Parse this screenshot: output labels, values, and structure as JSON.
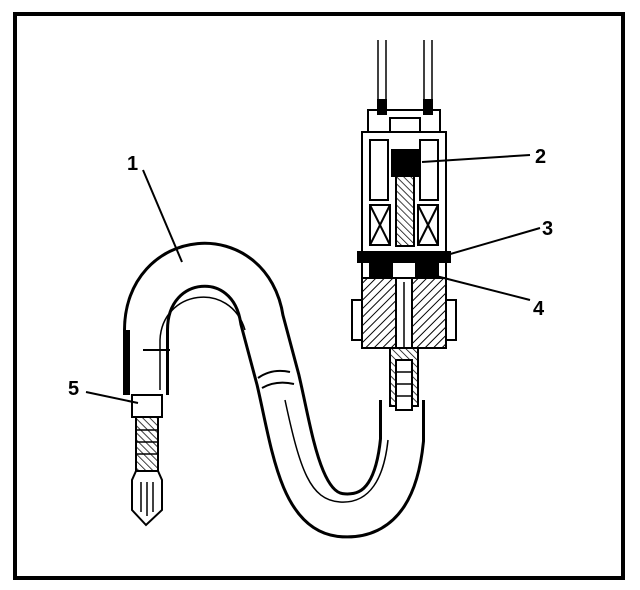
{
  "diagram": {
    "callouts": {
      "c1": "1",
      "c2": "2",
      "c3": "3",
      "c4": "4",
      "c5": "5"
    },
    "colors": {
      "ink": "#000000",
      "paper": "#ffffff",
      "hatch": "#000000"
    }
  }
}
